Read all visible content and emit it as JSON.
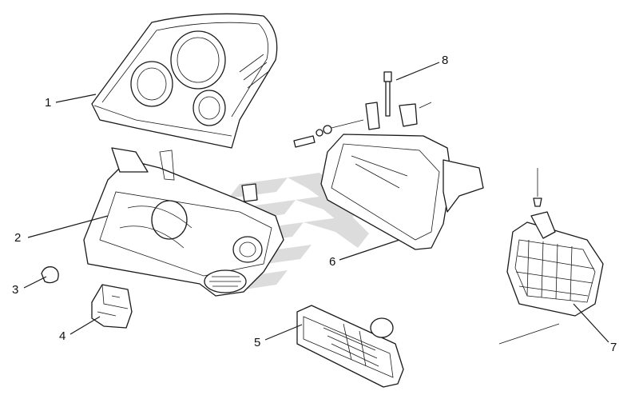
{
  "callouts": [
    {
      "id": "1",
      "label": "1"
    },
    {
      "id": "2",
      "label": "2"
    },
    {
      "id": "3",
      "label": "3"
    },
    {
      "id": "4",
      "label": "4"
    },
    {
      "id": "5",
      "label": "5"
    },
    {
      "id": "6",
      "label": "6"
    },
    {
      "id": "7",
      "label": "7"
    },
    {
      "id": "8",
      "label": "8"
    }
  ],
  "colors": {
    "line": "#1a1a1a",
    "watermark": "#dcdcdc",
    "background": "#ffffff"
  }
}
